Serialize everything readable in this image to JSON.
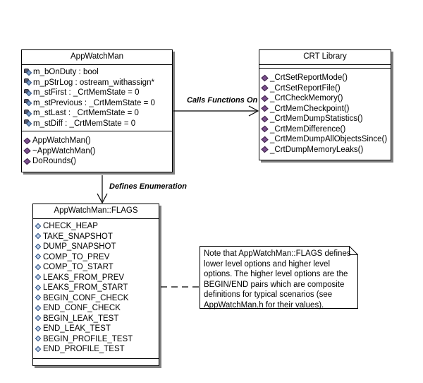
{
  "diagram": {
    "type": "uml-class-diagram",
    "background": "#ffffff",
    "shadow_color": "#808080"
  },
  "classes": {
    "app_watch_man": {
      "title": "AppWatchMan",
      "attribute_icon": "private-attribute-icon",
      "method_icon": "public-method-icon",
      "attributes": [
        "m_bOnDuty : bool",
        "m_pStrLog : ostream_withassign*",
        "m_stFirst : _CrtMemState = 0",
        "m_stPrevious : _CrtMemState = 0",
        "m_stLast : _CrtMemState = 0",
        "m_stDiff : _CrtMemState = 0"
      ],
      "methods": [
        "AppWatchMan()",
        "~AppWatchMan()",
        "DoRounds()"
      ]
    },
    "crt_library": {
      "title": "CRT Library",
      "method_icon": "public-method-icon",
      "attributes": [],
      "methods": [
        "_CrtSetReportMode()",
        "_CrtSetReportFile()",
        "_CrtCheckMemory()",
        "_CrtMemCheckpoint()",
        "_CrtMemDumpStatistics()",
        "_CrtMemDifference()",
        "_CrtMemDumpAllObjectsSince()",
        "_CrtDumpMemoryLeaks()"
      ]
    },
    "flags_enum": {
      "title": "AppWatchMan::FLAGS",
      "literal_icon": "enum-literal-icon",
      "literals": [
        "CHECK_HEAP",
        "TAKE_SNAPSHOT",
        "DUMP_SNAPSHOT",
        "COMP_TO_PREV",
        "COMP_TO_START",
        "LEAKS_FROM_PREV",
        "LEAKS_FROM_START",
        "BEGIN_CONF_CHECK",
        "END_CONF_CHECK",
        "BEGIN_LEAK_TEST",
        "END_LEAK_TEST",
        "BEGIN_PROFILE_TEST",
        "END_PROFILE_TEST"
      ]
    }
  },
  "connectors": {
    "calls_functions_on": {
      "label": "Calls Functions On",
      "style": "solid-arrow",
      "from": "app_watch_man",
      "to": "crt_library"
    },
    "defines_enumeration": {
      "label": "Defines Enumeration",
      "style": "solid-arrow",
      "from": "app_watch_man",
      "to": "flags_enum"
    },
    "note_anchor": {
      "label": "",
      "style": "dashed",
      "from": "flags_enum",
      "to": "note"
    }
  },
  "note": {
    "text": "Note that AppWatchMan::FLAGS defines lower level options and higher level options. The higher level options are the BEGIN/END pairs which are composite definitions for typical scenarios (see AppWatchMan.h for their values)."
  }
}
